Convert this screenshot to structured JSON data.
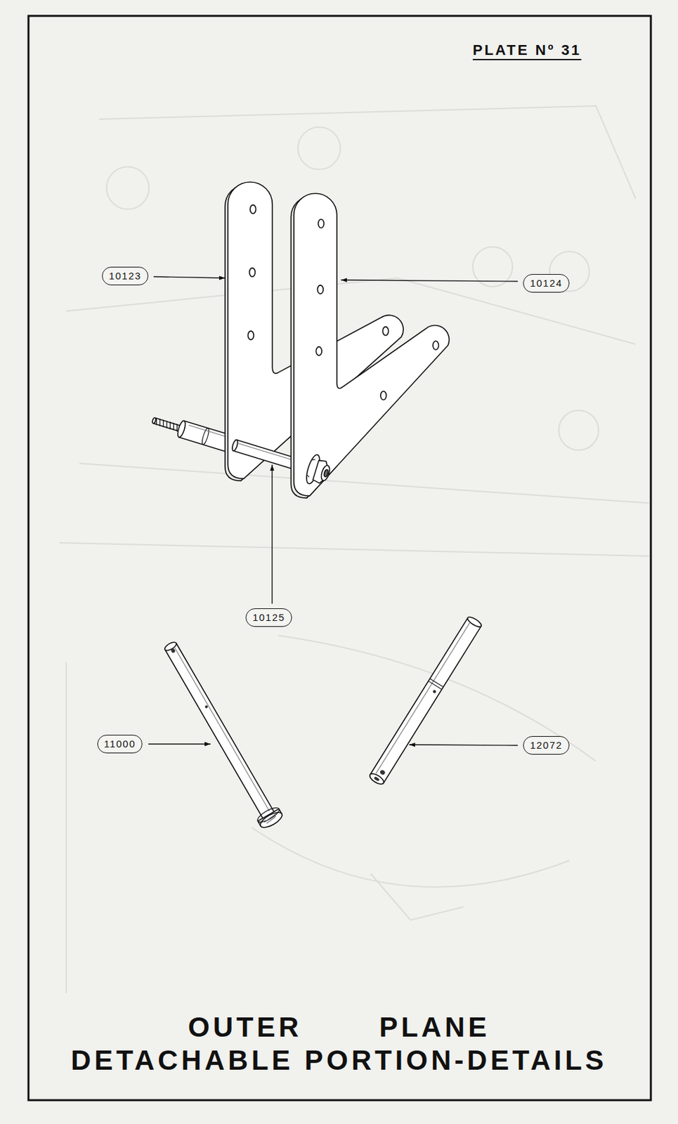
{
  "diagram": {
    "title": "OUTER PLANE DETACHABLE PORTION-DETAILS",
    "nodes": [
      {
        "text": [
          "10123"
        ]
      },
      {
        "text": [
          "10124"
        ]
      },
      {
        "text": [
          "10125"
        ]
      },
      {
        "text": [
          "11000"
        ]
      },
      {
        "text": [
          "12072"
        ]
      }
    ],
    "labels": [
      "PLATE Nº 31"
    ]
  }
}
